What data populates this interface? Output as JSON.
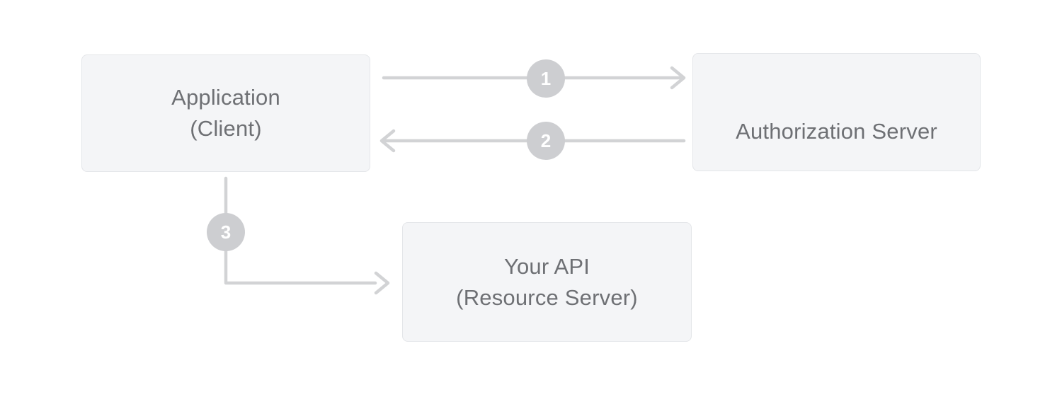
{
  "theme": {
    "page_bg": "#ffffff",
    "node_fill": "#f4f5f7",
    "node_border": "#e4e6e9",
    "node_text": "#6e7074",
    "connector": "#d2d3d5",
    "badge_fill": "#cdced1",
    "badge_text": "#ffffff"
  },
  "diagram": {
    "nodes": {
      "application": {
        "line1": "Application",
        "line2": "(Client)"
      },
      "authorization_server": {
        "label": "Authorization Server"
      },
      "your_api": {
        "line1": "Your API",
        "line2": "(Resource Server)"
      }
    },
    "steps": [
      {
        "number": "1",
        "from": "Application (Client)",
        "to": "Authorization Server"
      },
      {
        "number": "2",
        "from": "Authorization Server",
        "to": "Application (Client)"
      },
      {
        "number": "3",
        "from": "Application (Client)",
        "to": "Your API (Resource Server)"
      }
    ]
  }
}
